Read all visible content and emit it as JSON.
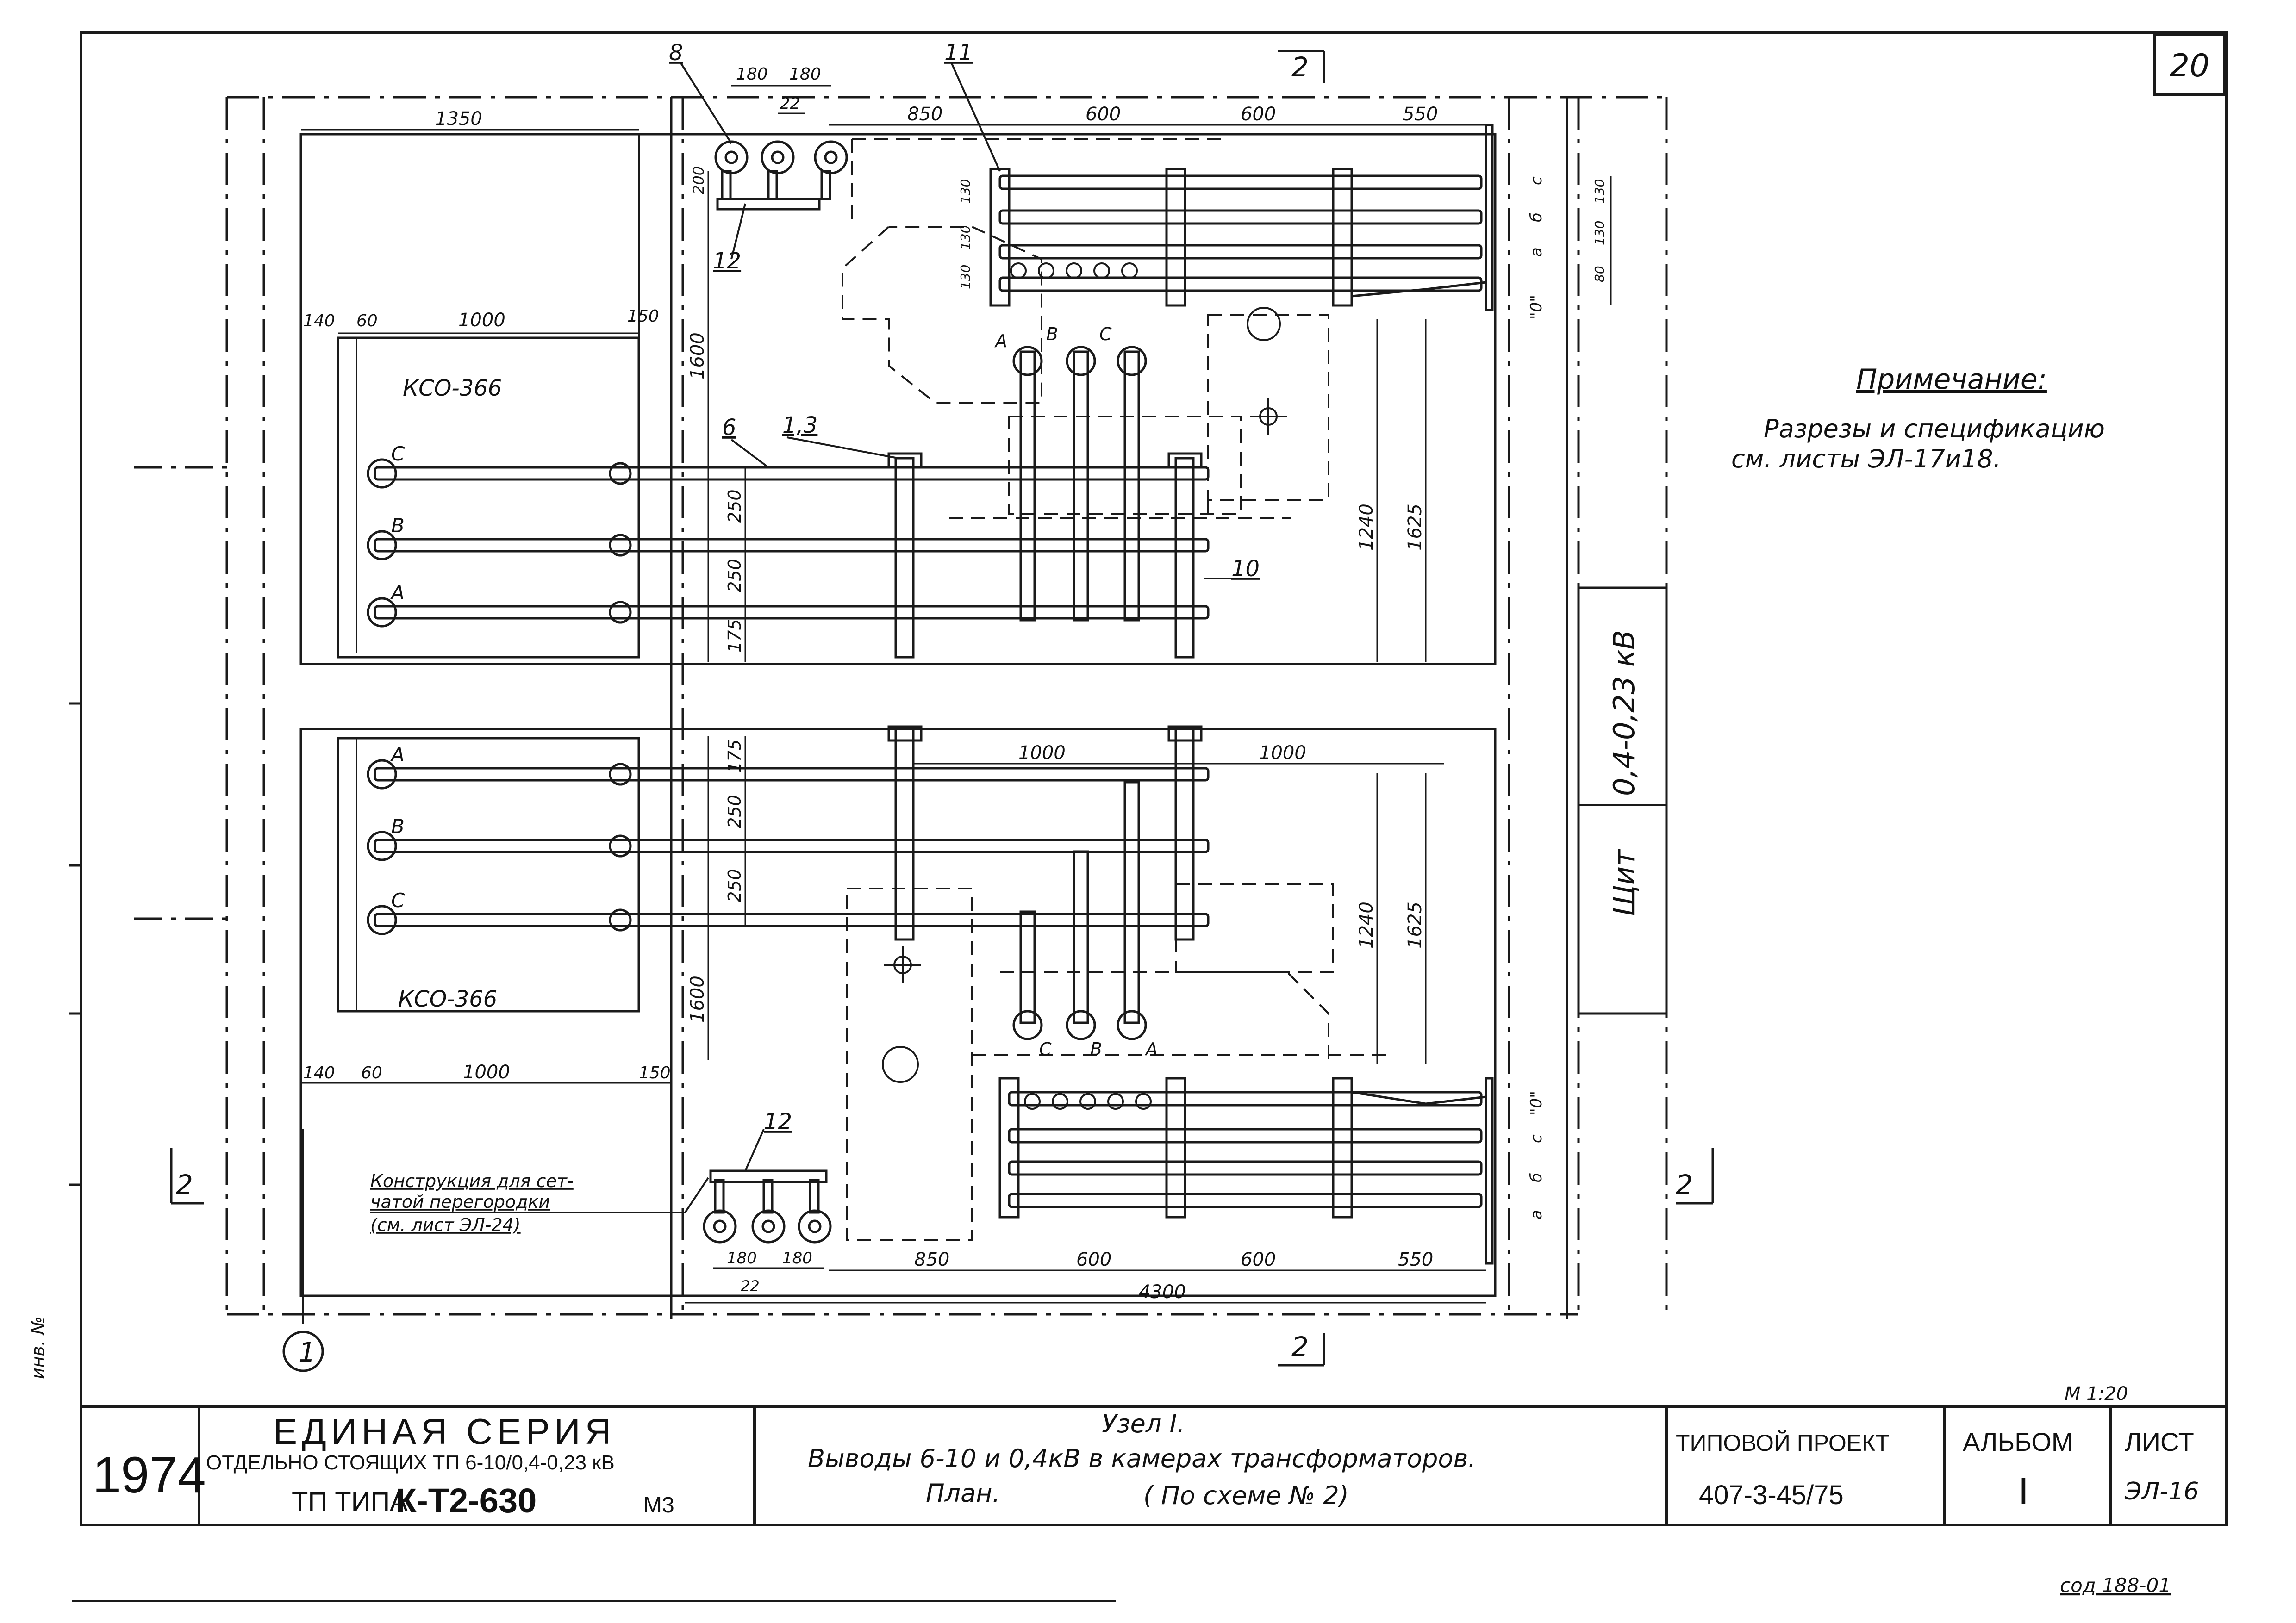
{
  "sheet_number": "20",
  "note": {
    "heading": "Примечание:",
    "line1": "Разрезы и спецификацию",
    "line2": "см. листы ЭЛ-17и18."
  },
  "section_marks": {
    "top": "2",
    "bottom": "2",
    "left": "2",
    "right": "2"
  },
  "switchboard": {
    "voltage": "0,4-0,23 кВ",
    "name": "Щит"
  },
  "axis_marker": "1",
  "scale": "М 1:20",
  "upper_plan": {
    "cells_label": "КСО-366",
    "phase_labels": [
      "С",
      "В",
      "А"
    ],
    "transformer_phases": [
      "А",
      "В",
      "С"
    ],
    "bus_phases": [
      "с",
      "б",
      "а",
      "\"0\""
    ],
    "callouts": [
      "8",
      "11",
      "12",
      "6",
      "1,3",
      "10"
    ],
    "dims": {
      "d1350": "1350",
      "d180a": "180",
      "d180b": "180",
      "d22": "22",
      "d850": "850",
      "d600a": "600",
      "d600b": "600",
      "d550": "550",
      "d200": "200",
      "d140": "140",
      "d60": "60",
      "d1000": "1000",
      "d150": "150",
      "d1600": "1600",
      "d250a": "250",
      "d250b": "250",
      "d175": "175",
      "d1240": "1240",
      "d1625": "1625",
      "d130a": "130",
      "d130b": "130",
      "d130c": "130",
      "d130d": "130",
      "d130e": "130",
      "d80": "80"
    }
  },
  "lower_plan": {
    "cells_label": "КСО-366",
    "phase_labels": [
      "А",
      "В",
      "С"
    ],
    "transformer_phases": [
      "С",
      "В",
      "А"
    ],
    "bus_phases": [
      "\"0\"",
      "с",
      "б",
      "а"
    ],
    "callouts": [
      "12"
    ],
    "dims": {
      "d175": "175",
      "d1000a": "1000",
      "d1000b": "1000",
      "d250a": "250",
      "d250b": "250",
      "d1600": "1600",
      "d1240": "1240",
      "d1625": "1625",
      "d140": "140",
      "d60": "60",
      "d1000c": "1000",
      "d150": "150",
      "d180a": "180",
      "d180b": "180",
      "d22": "22",
      "d850": "850",
      "d600a": "600",
      "d600b": "600",
      "d550": "550",
      "d4300": "4300"
    },
    "construction_note": {
      "line1": "Конструкция для сет-",
      "line2": "чатой перегородки",
      "line3": "(см. лист ЭЛ-24)"
    }
  },
  "title_block": {
    "year": "1974",
    "series_title": "ЕДИНАЯ СЕРИЯ",
    "series_line2": "ОТДЕЛЬНО СТОЯЩИХ ТП 6-10/0,4-0,23 кВ",
    "series_line3_prefix": "ТП ТИПА",
    "series_line3_type": "К-Т2-630",
    "series_line3_suffix": "М3",
    "node": "Узел I.",
    "desc_line1": "Выводы 6-10 и 0,4кВ в камерах трансформаторов.",
    "desc_line2_left": "План.",
    "desc_line2_right": "( По схеме № 2)",
    "project_label": "ТИПОВОЙ ПРОЕКТ",
    "project_number": "407-3-45/75",
    "album_label": "АЛЬБОМ",
    "album_number": "I",
    "sheet_label": "ЛИСТ",
    "sheet_code": "ЭЛ-16"
  },
  "footer_code": "сод 188-01",
  "edge_text": "инв. №"
}
